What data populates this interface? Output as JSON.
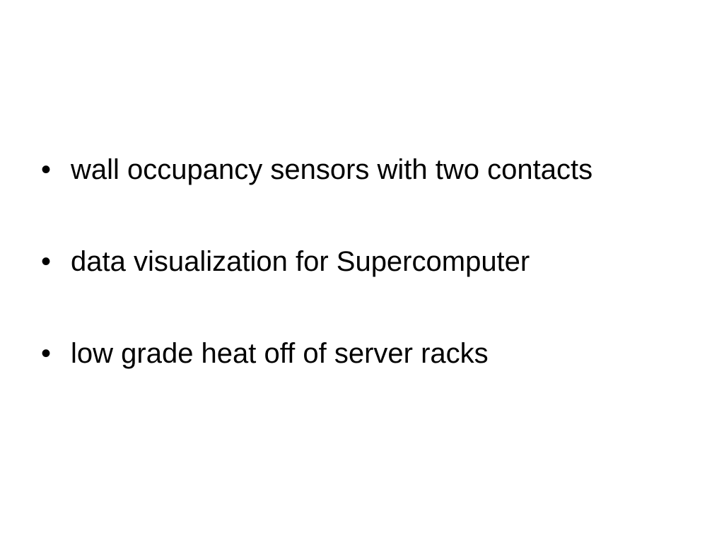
{
  "slide": {
    "bullet_glyph": "•",
    "bullets": [
      "wall occupancy sensors with two contacts",
      "data visualization for Supercomputer",
      "low grade heat off of server racks"
    ]
  }
}
